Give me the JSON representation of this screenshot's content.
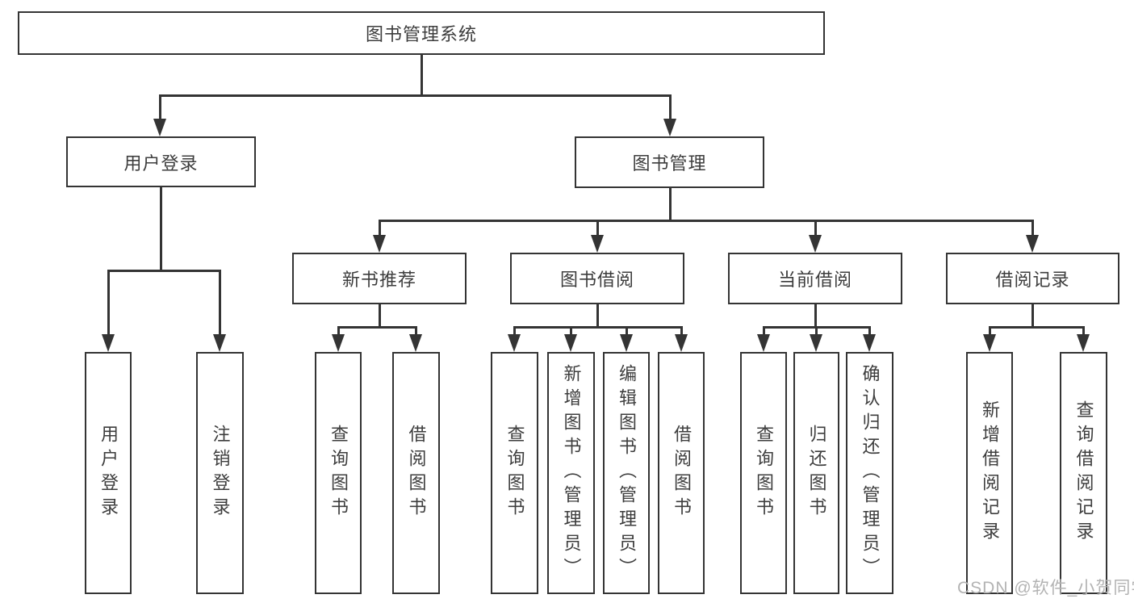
{
  "title": "图书管理系统",
  "watermark": "CSDN @软件_小贺同学",
  "colors": {
    "line": "#343434",
    "text": "#3d3d3d",
    "watermark": "#b3b3b3",
    "background": "#ffffff"
  },
  "nodes": {
    "root": "图书管理系统",
    "user_login": "用户登录",
    "book_mgmt": "图书管理",
    "new_book_rec": "新书推荐",
    "book_borrow": "图书借阅",
    "current_borrow": "当前借阅",
    "borrow_record": "借阅记录",
    "user_login_leaf": "用户登录",
    "logout": "注销登录",
    "query_book_1": "查询图书",
    "borrow_book_1": "借阅图书",
    "query_book_2": "查询图书",
    "add_book_admin": "新增图书（管理员）",
    "edit_book_admin": "编辑图书（管理员）",
    "borrow_book_2": "借阅图书",
    "query_book_3": "查询图书",
    "return_book": "归还图书",
    "confirm_return_admin": "确认归还（管理员）",
    "add_borrow_record": "新增借阅记录",
    "query_borrow_record": "查询借阅记录"
  },
  "structure": {
    "图书管理系统": {
      "用户登录": [
        "用户登录",
        "注销登录"
      ],
      "图书管理": {
        "新书推荐": [
          "查询图书",
          "借阅图书"
        ],
        "图书借阅": [
          "查询图书",
          "新增图书（管理员）",
          "编辑图书（管理员）",
          "借阅图书"
        ],
        "当前借阅": [
          "查询图书",
          "归还图书",
          "确认归还（管理员）"
        ],
        "借阅记录": [
          "新增借阅记录",
          "查询借阅记录"
        ]
      }
    }
  }
}
